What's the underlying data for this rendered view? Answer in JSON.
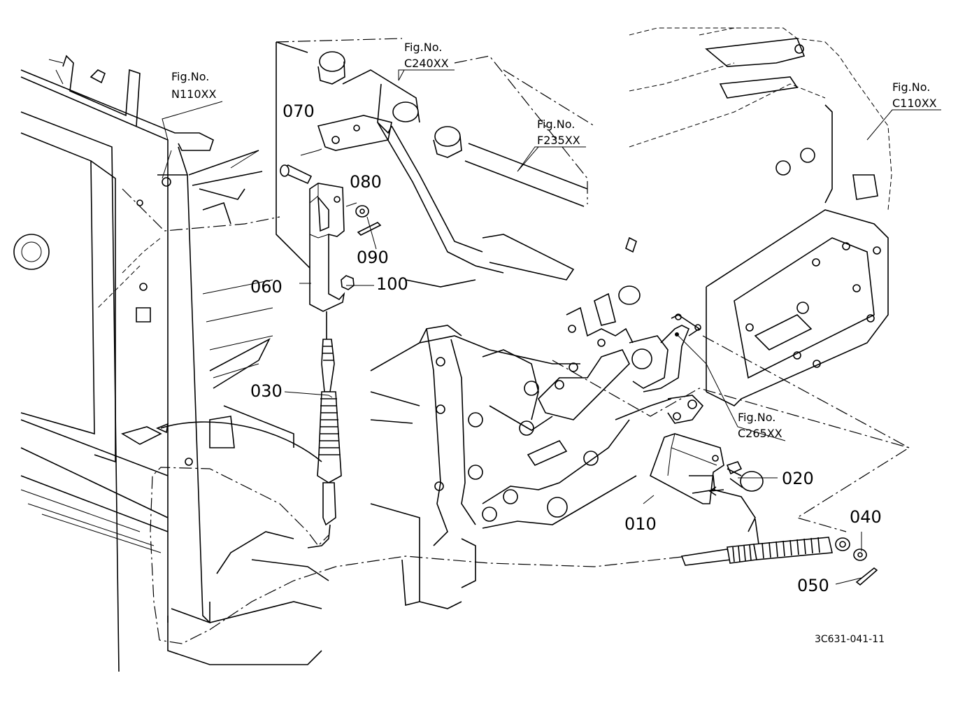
{
  "figure_refs": {
    "n110": {
      "line1": "Fig.No.",
      "line2": "N110XX"
    },
    "c240": {
      "line1": "Fig.No.",
      "line2": "C240XX"
    },
    "f235": {
      "line1": "Fig.No.",
      "line2": "F235XX"
    },
    "c110": {
      "line1": "Fig.No.",
      "line2": "C110XX"
    },
    "c265": {
      "line1": "Fig.No.",
      "line2": "C265XX"
    }
  },
  "part_labels": {
    "p010": "010",
    "p020": "020",
    "p030": "030",
    "p040": "040",
    "p050": "050",
    "p060": "060",
    "p070": "070",
    "p080": "080",
    "p090": "090",
    "p100": "100"
  },
  "drawing_code": "3C631-041-11"
}
